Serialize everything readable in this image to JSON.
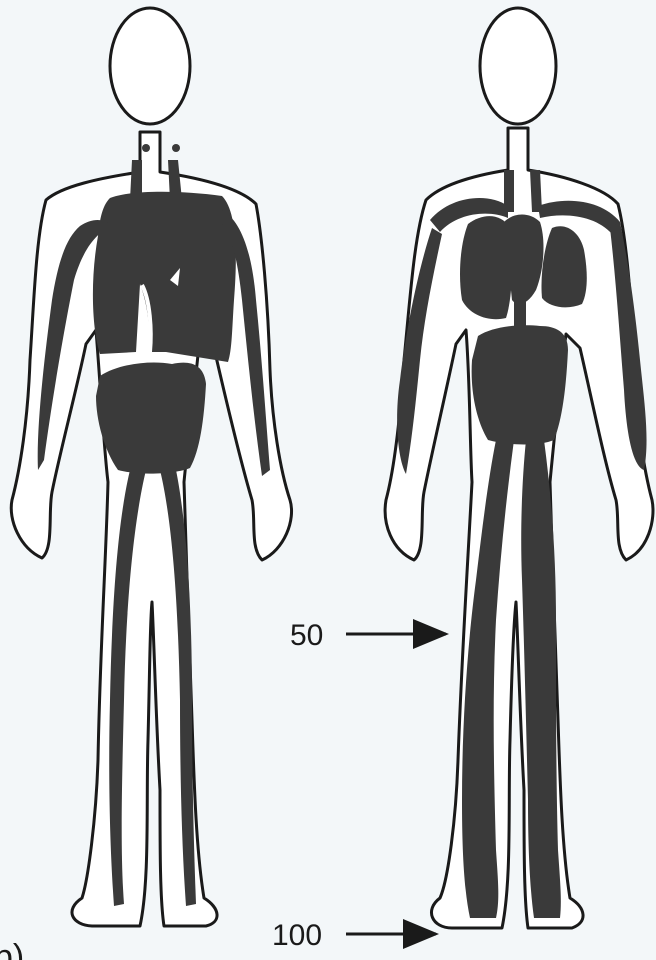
{
  "figure": {
    "background_color": "#f3f7f9",
    "outline_color": "#1a1a1a",
    "fill_color": "#3a3a3a",
    "labels": {
      "upper_level": "50",
      "lower_level": "100",
      "corner_fragment": "b)"
    },
    "arrow_icon": "right-arrow-icon"
  }
}
